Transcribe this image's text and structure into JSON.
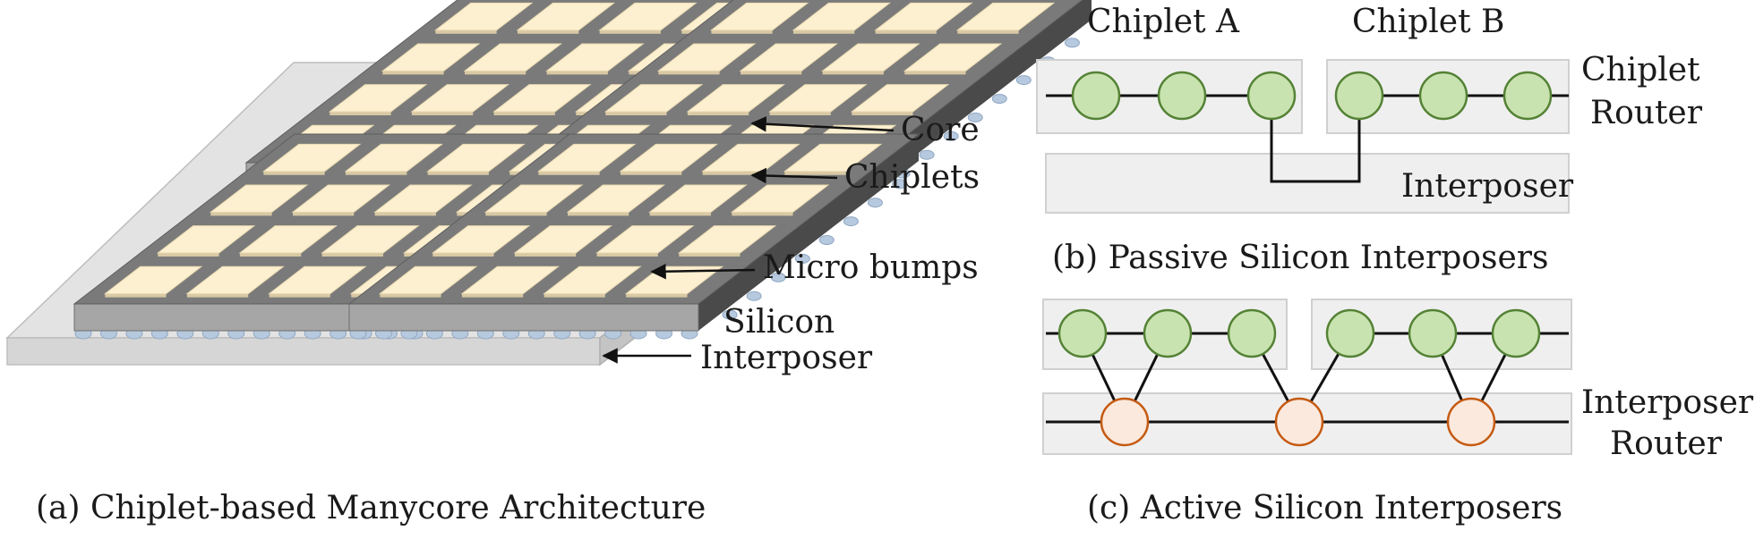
{
  "panel_a": {
    "labels": {
      "core": "Core",
      "chiplets": "Chiplets",
      "micro_bumps": "Micro bumps",
      "silicon_line1": "Silicon",
      "silicon_line2": "Interposer"
    },
    "caption": "(a) Chiplet-based Manycore Architecture"
  },
  "panel_b": {
    "chiplet_a": "Chiplet A",
    "chiplet_b": "Chiplet B",
    "router_line1": "Chiplet",
    "router_line2": "Router",
    "interposer": "Interposer",
    "caption": "(b) Passive Silicon Interposers"
  },
  "panel_c": {
    "router_line1": "Interposer",
    "router_line2": "Router",
    "caption": "(c) Active Silicon Interposers"
  },
  "colors": {
    "core_fill": "#fdf0d0",
    "chiplet_top": "#7a7a7a",
    "interposer_top": "#e3e3e3",
    "bump": "#b7c9de",
    "chiplet_router": "#c9e3b0",
    "chiplet_router_stroke": "#548235",
    "interposer_router": "#fbe9dd",
    "interposer_router_stroke": "#c55a11",
    "panel_box": "#efefef",
    "panel_box_stroke": "#d0d0d0"
  }
}
